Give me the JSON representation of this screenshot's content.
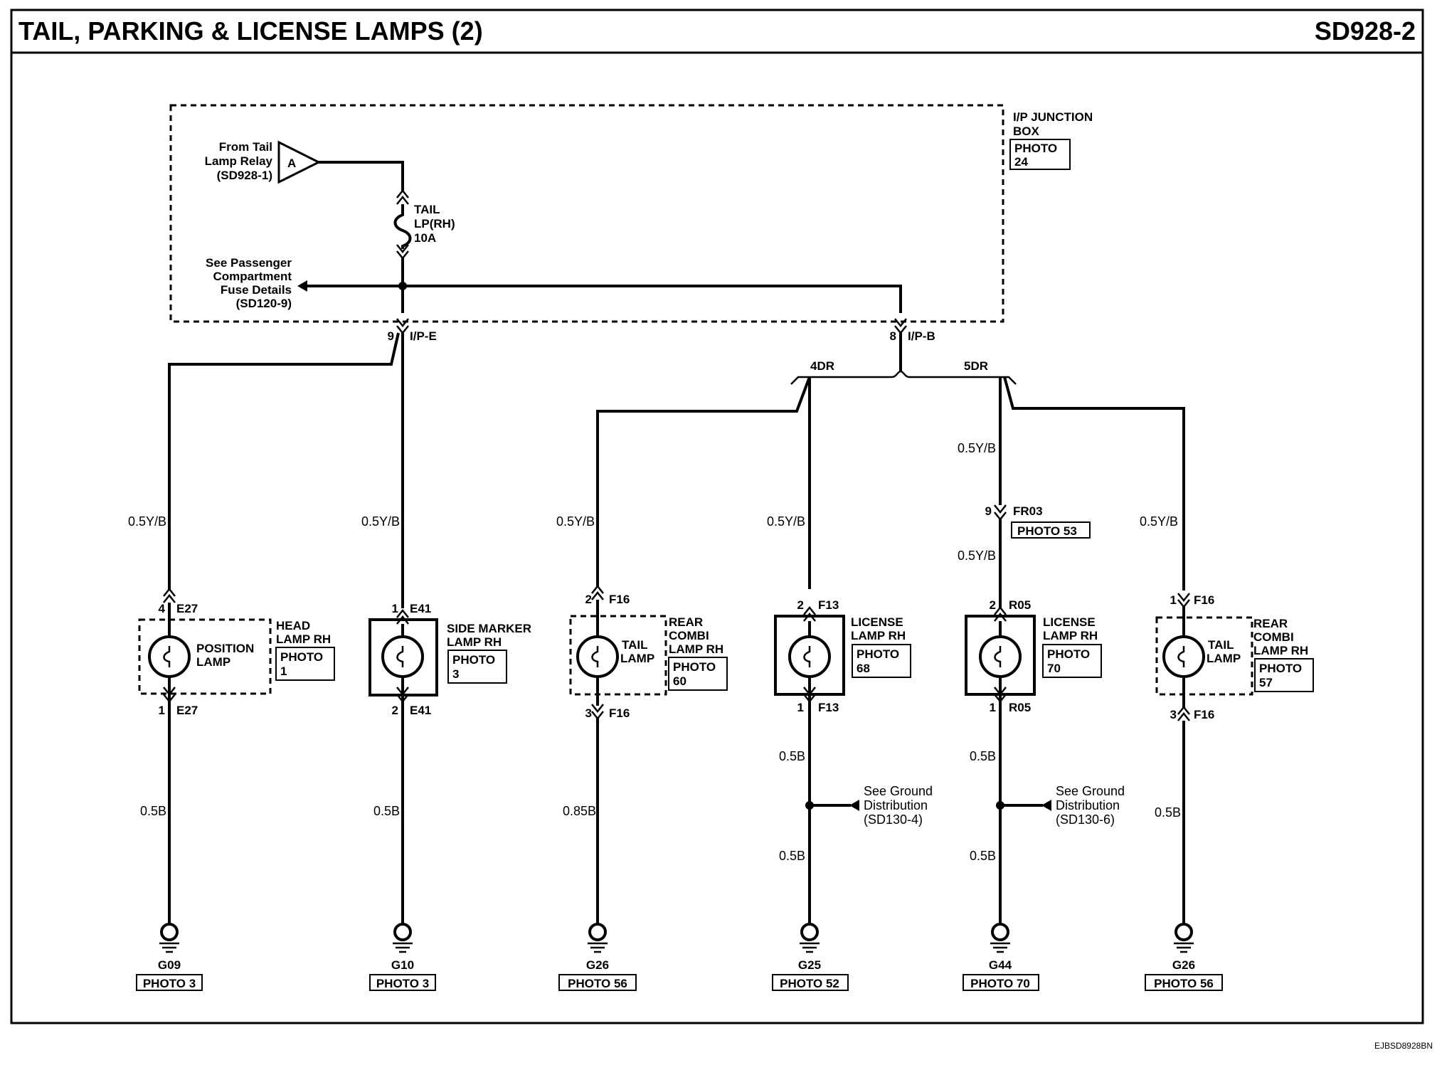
{
  "header": {
    "title": "TAIL, PARKING & LICENSE LAMPS (2)",
    "code": "SD928-2"
  },
  "junction_box": {
    "name_line1": "I/P JUNCTION",
    "name_line2": "BOX",
    "photo_line1": "PHOTO",
    "photo_line2": "24"
  },
  "relay_ref": {
    "line1": "From Tail",
    "line2": "Lamp Relay",
    "line3": "(SD928-1)",
    "connector": "A"
  },
  "fuse": {
    "line1": "TAIL",
    "line2": "LP(RH)",
    "line3": "10A"
  },
  "passenger_ref": {
    "line1": "See Passenger",
    "line2": "Compartment",
    "line3": "Fuse Details",
    "line4": "(SD120-9)"
  },
  "connectors": {
    "ipe": {
      "pin": "9",
      "name": "I/P-E"
    },
    "ipb": {
      "pin": "8",
      "name": "I/P-B"
    }
  },
  "branches": {
    "left": "4DR",
    "right": "5DR"
  },
  "fr03": {
    "pin": "9",
    "name": "FR03",
    "photo": "PHOTO 53"
  },
  "circuits": [
    {
      "wire_top": "0.5Y/B",
      "pin_top": "4",
      "conn_top": "E27",
      "lamp_line1": "POSITION",
      "lamp_line2": "LAMP",
      "title_line1": "HEAD",
      "title_line2": "LAMP RH",
      "title_line3": "",
      "photo_line1": "PHOTO",
      "photo_line2": "1",
      "pin_bot": "1",
      "conn_bot": "E27",
      "wire_bot": "0.5B",
      "ground": "G09",
      "ground_photo": "PHOTO 3"
    },
    {
      "wire_top": "0.5Y/B",
      "pin_top": "1",
      "conn_top": "E41",
      "lamp_line1": "",
      "lamp_line2": "",
      "title_line1": "SIDE MARKER",
      "title_line2": "LAMP RH",
      "title_line3": "",
      "photo_line1": "PHOTO",
      "photo_line2": "3",
      "pin_bot": "2",
      "conn_bot": "E41",
      "wire_bot": "0.5B",
      "ground": "G10",
      "ground_photo": "PHOTO 3"
    },
    {
      "wire_top": "0.5Y/B",
      "pin_top": "2",
      "conn_top": "F16",
      "lamp_line1": "TAIL",
      "lamp_line2": "LAMP",
      "title_line1": "REAR",
      "title_line2": "COMBI",
      "title_line3": "LAMP RH",
      "photo_line1": "PHOTO",
      "photo_line2": "60",
      "pin_bot": "3",
      "conn_bot": "F16",
      "wire_bot": "0.85B",
      "ground": "G26",
      "ground_photo": "PHOTO 56"
    },
    {
      "wire_top": "0.5Y/B",
      "pin_top": "2",
      "conn_top": "F13",
      "lamp_line1": "",
      "lamp_line2": "",
      "title_line1": "LICENSE",
      "title_line2": "LAMP RH",
      "title_line3": "",
      "photo_line1": "PHOTO",
      "photo_line2": "68",
      "pin_bot": "1",
      "conn_bot": "F13",
      "wire_bot": "0.5B",
      "wire_bot2": "0.5B",
      "ground_ref_line1": "See Ground",
      "ground_ref_line2": "Distribution",
      "ground_ref_line3": "(SD130-4)",
      "ground": "G25",
      "ground_photo": "PHOTO 52"
    },
    {
      "wire_top": "0.5Y/B",
      "wire_top2": "0.5Y/B",
      "pin_top": "2",
      "conn_top": "R05",
      "lamp_line1": "",
      "lamp_line2": "",
      "title_line1": "LICENSE",
      "title_line2": "LAMP RH",
      "title_line3": "",
      "photo_line1": "PHOTO",
      "photo_line2": "70",
      "pin_bot": "1",
      "conn_bot": "R05",
      "wire_bot": "0.5B",
      "wire_bot2": "0.5B",
      "ground_ref_line1": "See Ground",
      "ground_ref_line2": "Distribution",
      "ground_ref_line3": "(SD130-6)",
      "ground": "G44",
      "ground_photo": "PHOTO 70"
    },
    {
      "wire_top": "0.5Y/B",
      "pin_top": "1",
      "conn_top": "F16",
      "lamp_line1": "TAIL",
      "lamp_line2": "LAMP",
      "title_line1": "REAR",
      "title_line2": "COMBI",
      "title_line3": "LAMP RH",
      "photo_line1": "PHOTO",
      "photo_line2": "57",
      "pin_bot": "3",
      "conn_bot": "F16",
      "wire_bot": "0.5B",
      "ground": "G26",
      "ground_photo": "PHOTO 56"
    }
  ],
  "footer_ref": "EJBSD8928BN"
}
